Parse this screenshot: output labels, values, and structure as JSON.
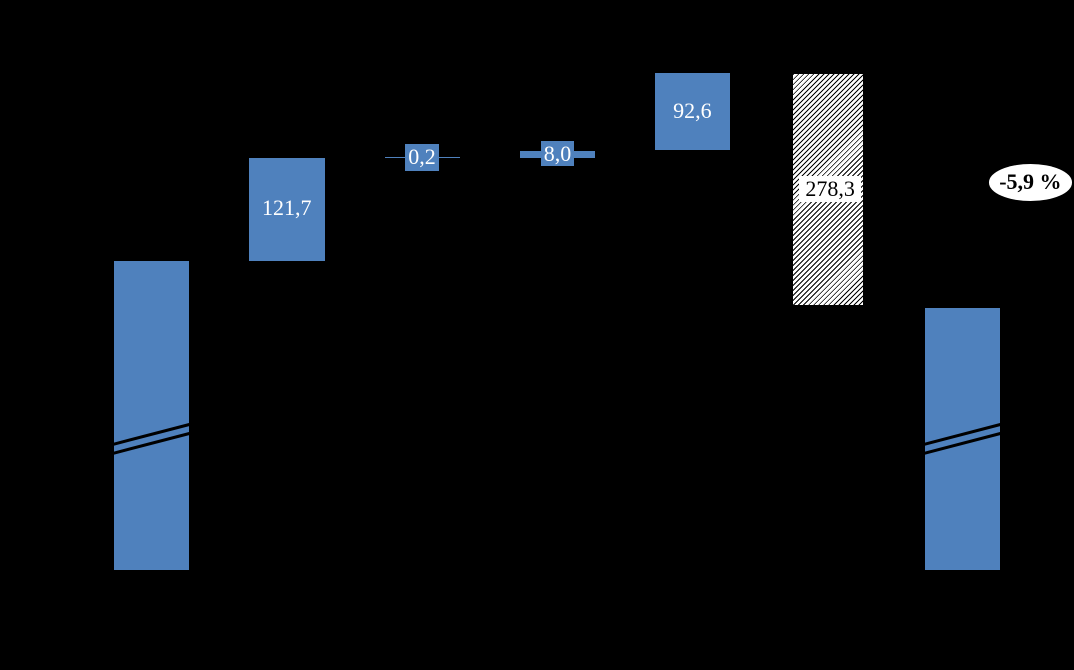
{
  "background_color": "#000000",
  "chart_data": {
    "type": "waterfall",
    "title": "",
    "orientation": "vertical-columns",
    "axis": {
      "visible": false,
      "broken_axis_on_totals": true
    },
    "legend": "none",
    "bars": [
      {
        "id": "start-total",
        "role": "total",
        "value_label": "",
        "fill": "solid-blue",
        "broken_axis": true
      },
      {
        "id": "increase-1",
        "role": "increase",
        "value": 121.7,
        "value_label": "121,7",
        "fill": "solid-blue",
        "label_style": "text-on-bar"
      },
      {
        "id": "increase-2",
        "role": "increase",
        "value": 0.2,
        "value_label": "0,2",
        "fill": "solid-blue",
        "label_style": "boxed-blue"
      },
      {
        "id": "increase-3",
        "role": "increase",
        "value": 8.0,
        "value_label": "8,0",
        "fill": "solid-blue",
        "label_style": "boxed-blue"
      },
      {
        "id": "increase-4",
        "role": "increase",
        "value": 92.6,
        "value_label": "92,6",
        "fill": "solid-blue",
        "label_style": "text-on-bar"
      },
      {
        "id": "decrease-1",
        "role": "decrease",
        "value": -278.3,
        "value_label": "278,3",
        "fill": "hatched-white-black",
        "label_style": "boxed-white"
      },
      {
        "id": "end-total",
        "role": "total",
        "value_label": "",
        "fill": "solid-blue",
        "broken_axis": true
      }
    ],
    "annotation": {
      "shape": "ellipse",
      "text": "-5,9 %",
      "fill": "#ffffff",
      "text_color": "#000000"
    },
    "colors": {
      "bar_blue": "#4f81bd",
      "hatch_background": "#ffffff",
      "hatch_lines": "#000000",
      "label_on_blue": "#ffffff",
      "label_on_white": "#000000",
      "background": "#000000"
    }
  }
}
